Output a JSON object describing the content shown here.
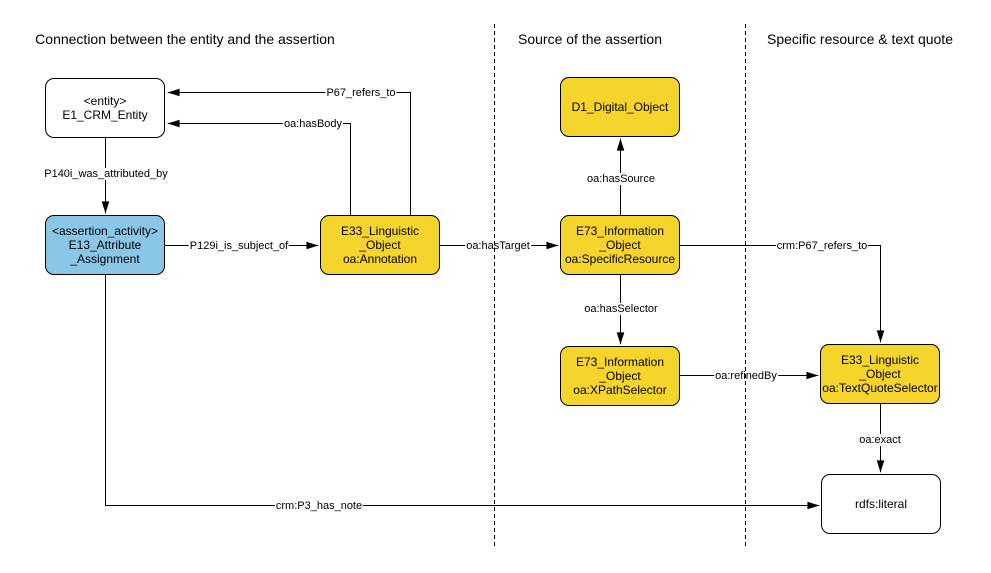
{
  "diagram": {
    "background": "#ffffff",
    "colors": {
      "yellow_fill": "#f5d42c",
      "blue_fill": "#8ac7e6",
      "white_fill": "#ffffff",
      "stroke": "#000000",
      "text": "#000000"
    },
    "sections": [
      {
        "title": "Connection between the entity and the assertion"
      },
      {
        "title": "Source of the assertion"
      },
      {
        "title": "Specific resource & text quote"
      }
    ],
    "nodes": [
      {
        "id": "entity",
        "label": "<entity>\nE1_CRM_Entity",
        "fill": "#ffffff"
      },
      {
        "id": "assertion_activity",
        "label": "<assertion_activity>\nE13_Attribute\n_Assignment",
        "fill": "#8ac7e6"
      },
      {
        "id": "annotation",
        "label": "E33_Linguistic\n_Object\noa:Annotation",
        "fill": "#f5d42c"
      },
      {
        "id": "digital_object",
        "label": "D1_Digital_Object",
        "fill": "#f5d42c"
      },
      {
        "id": "specific_resource",
        "label": "E73_Information\n_Object\noa:SpecificResource",
        "fill": "#f5d42c"
      },
      {
        "id": "xpath_selector",
        "label": "E73_Information\n_Object\noa:XPathSelector",
        "fill": "#f5d42c"
      },
      {
        "id": "text_quote_selector",
        "label": "E33_Linguistic\n_Object\noa:TextQuoteSelector",
        "fill": "#f5d42c"
      },
      {
        "id": "literal",
        "label": "rdfs:literal",
        "fill": "#ffffff"
      }
    ],
    "edges": [
      {
        "id": "p140i",
        "label": "P140i_was_attributed_by",
        "from": "entity",
        "to": "assertion_activity"
      },
      {
        "id": "p129i",
        "label": "P129i_is_subject_of",
        "from": "assertion_activity",
        "to": "annotation"
      },
      {
        "id": "p67",
        "label": "P67_refers_to",
        "from": "annotation",
        "to": "entity"
      },
      {
        "id": "hasbody",
        "label": "oa:hasBody",
        "from": "annotation",
        "to": "entity"
      },
      {
        "id": "hastarget",
        "label": "oa:hasTarget",
        "from": "annotation",
        "to": "specific_resource"
      },
      {
        "id": "hassource",
        "label": "oa:hasSource",
        "from": "specific_resource",
        "to": "digital_object"
      },
      {
        "id": "hasselector",
        "label": "oa:hasSelector",
        "from": "specific_resource",
        "to": "xpath_selector"
      },
      {
        "id": "crmp67",
        "label": "crm:P67_refers_to",
        "from": "specific_resource",
        "to": "text_quote_selector"
      },
      {
        "id": "refinedby",
        "label": "oa:refinedBy",
        "from": "xpath_selector",
        "to": "text_quote_selector"
      },
      {
        "id": "exact",
        "label": "oa:exact",
        "from": "text_quote_selector",
        "to": "literal"
      },
      {
        "id": "p3note",
        "label": "crm:P3_has_note",
        "from": "assertion_activity",
        "to": "literal"
      }
    ]
  }
}
